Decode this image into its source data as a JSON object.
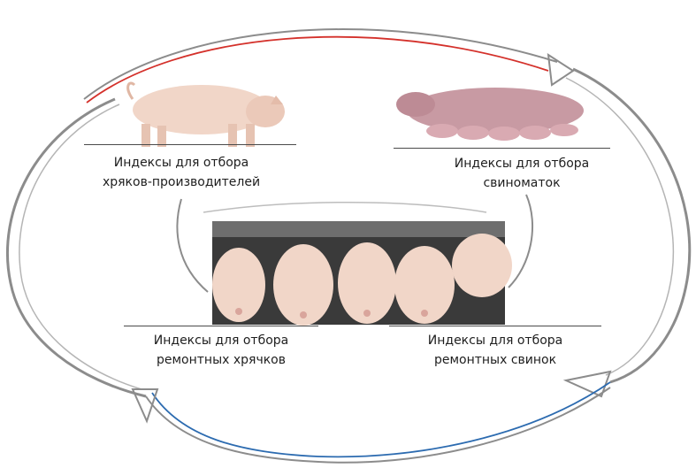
{
  "colors": {
    "cycle_outline": "#8c8c8c",
    "arrow_red": "#d4312b",
    "arrow_blue": "#2c6bb0",
    "label_text": "#1e1e1e",
    "pig_body": "#f1d6c8",
    "sow_body": "#c89aa3",
    "pen_background": "#3a3a3a"
  },
  "nodes": {
    "boar": {
      "line1": "Индексы для отбора",
      "line2": "хряков-производителей",
      "image": "white-boar-photo"
    },
    "sow": {
      "line1": "Индексы для отбора",
      "line2": "свиноматок",
      "image": "sow-nursing-piglets-photo"
    },
    "repl_boars": {
      "line1": "Индексы для отбора",
      "line2": "ремонтных хрячков"
    },
    "repl_gilts": {
      "line1": "Индексы для отбора",
      "line2": "ремонтных свинок"
    },
    "center_image": "young-pigs-rear-view-photo"
  }
}
